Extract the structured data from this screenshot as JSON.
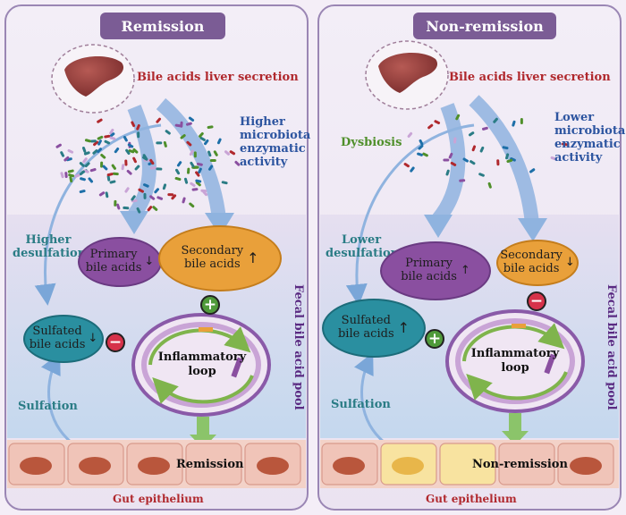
{
  "panels": [
    {
      "title": "Remission",
      "liver_label": "Bile acids liver secretion",
      "microbiota_label": "Higher\nmicrobiota\nenzymatic\nactivity",
      "desulfation_label": "Higher\ndesulfation",
      "sulfation_label": "Sulfation",
      "primary": "Primary\nbile acids",
      "primary_arrow": "↓",
      "secondary": "Secondary\nbile acids",
      "secondary_arrow": "↑",
      "sulfated": "Sulfated\nbile acids",
      "sulfated_arrow": "↓",
      "loop": "Inflammatory\nloop",
      "outcome": "Remission",
      "epithelium": "Gut epithelium"
    },
    {
      "title": "Non-remission",
      "liver_label": "Bile acids liver secretion",
      "dysbiosis_label": "Dysbiosis",
      "microbiota_label": "Lower\nmicrobiota\nenzymatic\nactivity",
      "desulfation_label": "Lower\ndesulfation",
      "sulfation_label": "Sulfation",
      "primary": "Primary\nbile acids",
      "primary_arrow": "↑",
      "secondary": "Secondary\nbile acids",
      "secondary_arrow": "↓",
      "sulfated": "Sulfated\nbile acids",
      "sulfated_arrow": "↑",
      "loop": "Inflammatory\nloop",
      "outcome": "Non-remission",
      "epithelium": "Gut epithelium"
    }
  ],
  "pool_label": "Fecal bile acid pool",
  "colors": {
    "panel_bg": "#ece4f1",
    "pool_top": "#e3dcec",
    "pool_bottom": "#c9dbee",
    "title_pill": "#7b5c95",
    "primary_oval": "#8a4fa0",
    "secondary_oval": "#e9a03a",
    "sulfated_oval": "#2a8fa0",
    "arrow_blue": "#8fb3df",
    "cell_pink": "#f1c9bf",
    "cell_yellow": "#f8e3a0",
    "nucleus": "#b9563c"
  }
}
